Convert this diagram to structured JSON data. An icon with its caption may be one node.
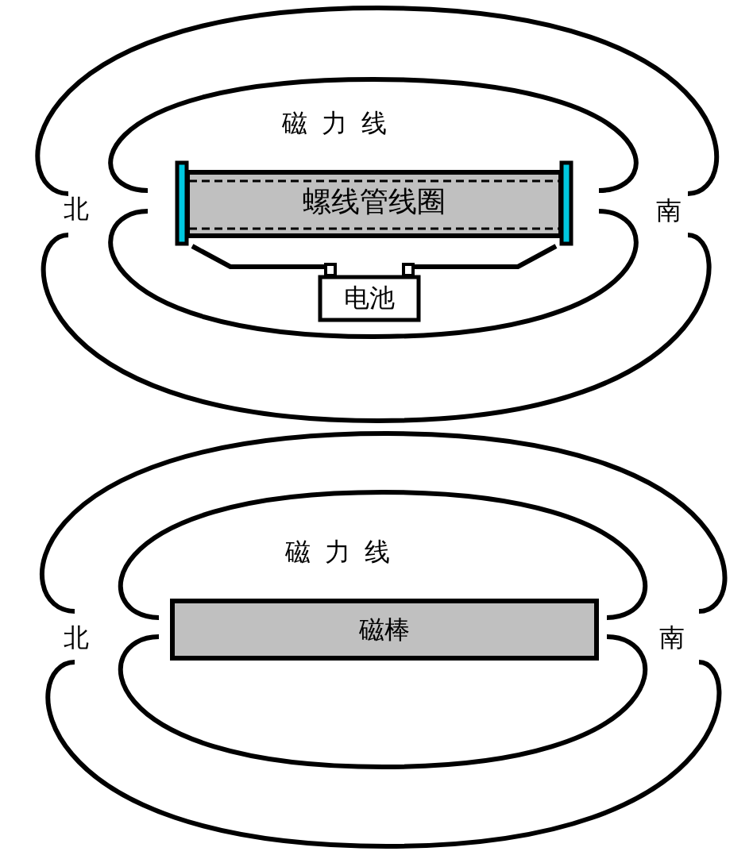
{
  "diagram": {
    "nodes": [
      {
        "text": [
          "螺线管线圈"
        ]
      },
      {
        "text": [
          "电池"
        ]
      },
      {
        "text": [
          "磁棒"
        ]
      }
    ],
    "edges": [
      {
        "from": 0,
        "to": 1,
        "arrow": "none"
      },
      {
        "from": 0,
        "to": 1,
        "arrow": "none"
      }
    ],
    "labels": [
      "磁力线",
      "北",
      "南",
      "磁力线",
      "北",
      "南"
    ]
  }
}
